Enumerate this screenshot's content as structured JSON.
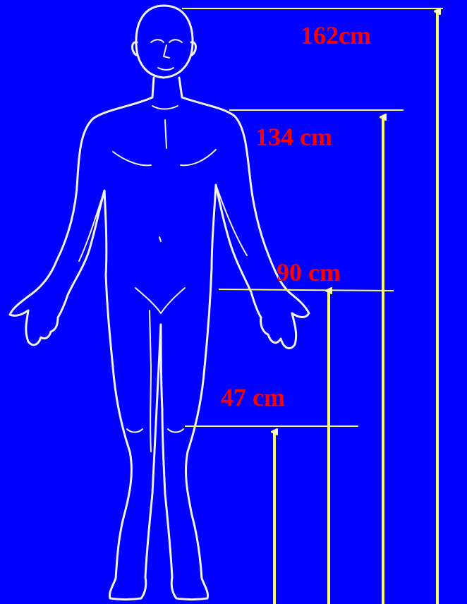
{
  "colors": {
    "background": "#0000ff",
    "figure_outline": "#f2f2f2",
    "measure_lines": "#ffff66",
    "label_text": "#ff0000"
  },
  "measurements": [
    {
      "id": "m162",
      "label": "162cm"
    },
    {
      "id": "m134",
      "label": "134 cm"
    },
    {
      "id": "m90",
      "label": "90 cm"
    },
    {
      "id": "m47",
      "label": "47 cm"
    }
  ]
}
